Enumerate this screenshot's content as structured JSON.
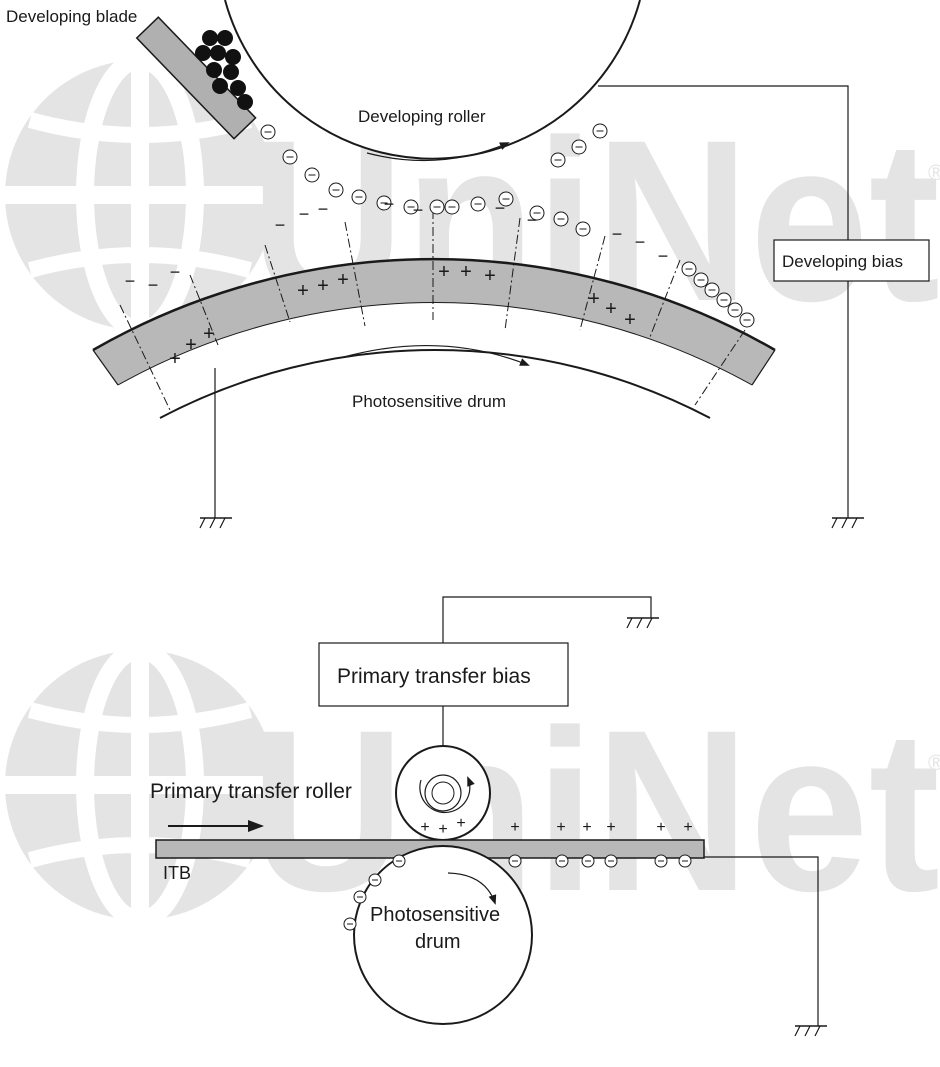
{
  "watermark": {
    "text": "UniNet",
    "reg_mark": "®",
    "color": "#e4e4e4"
  },
  "developing_diagram": {
    "developing_blade_label": "Developing blade",
    "developing_roller_label": "Developing roller",
    "developing_bias_label": "Developing bias",
    "photosensitive_drum_label": "Photosensitive drum",
    "layer_color": "#b8b8b8"
  },
  "primary_transfer_diagram": {
    "primary_transfer_bias_label": "Primary transfer bias",
    "primary_transfer_roller_label": "Primary transfer roller",
    "itb_label": "ITB",
    "photosensitive_drum_label_line1": "Photosensitive",
    "photosensitive_drum_label_line2": "drum",
    "belt_color": "#b8b8b8"
  },
  "symbols": {
    "plus": "+",
    "minus": "−",
    "negative_particle": "⊖"
  }
}
